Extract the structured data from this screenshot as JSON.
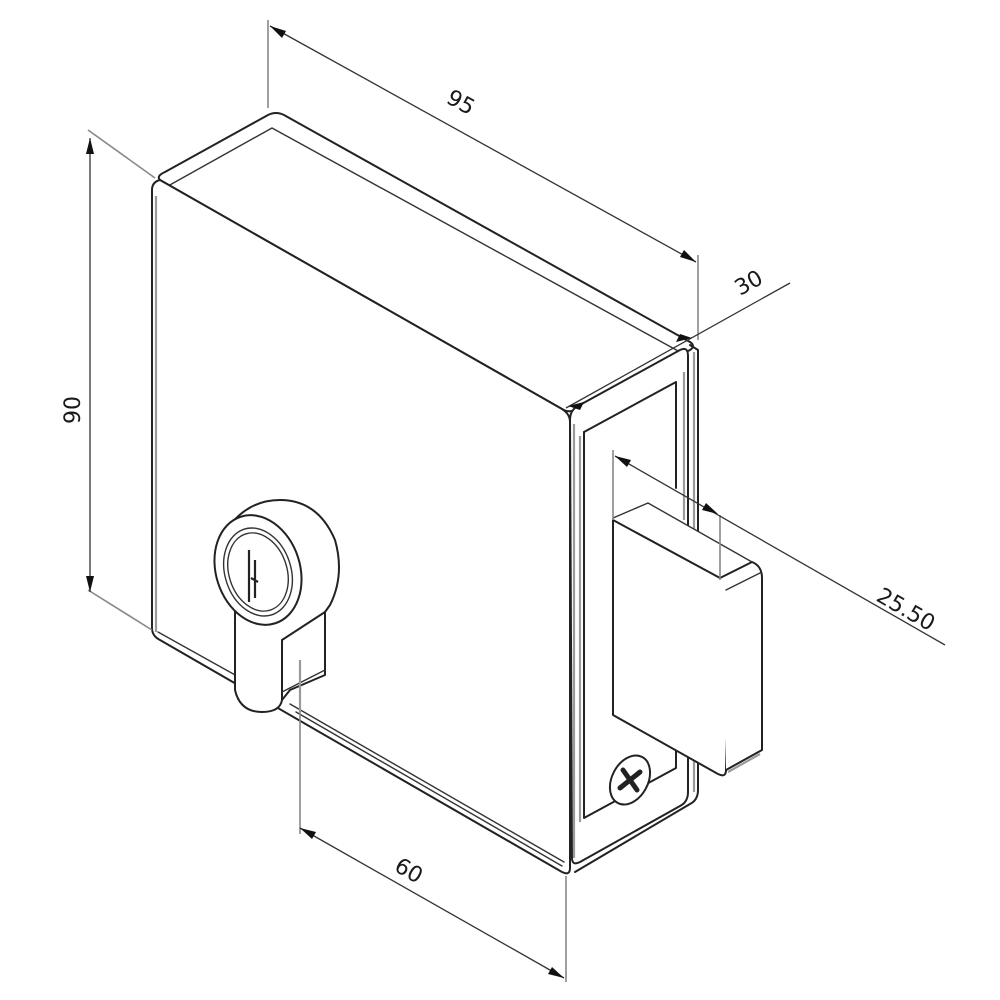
{
  "drawing": {
    "subject": "Surface-mounted rim lock with euro cylinder and deadbolt",
    "units": "mm",
    "line_color": "#222222",
    "background": "#ffffff"
  },
  "dimensions": {
    "width": {
      "label": "95",
      "value": 95
    },
    "depth": {
      "label": "30",
      "value": 30
    },
    "height": {
      "label": "90",
      "value": 90
    },
    "bolt_throw": {
      "label": "25.50",
      "value": 25.5
    },
    "backset": {
      "label": "60",
      "value": 60
    }
  },
  "components": {
    "body": "lock-case",
    "faceplate": "forend-plate",
    "bolt": "deadbolt",
    "cylinder": "euro-profile-cylinder",
    "screw": "phillips-screw"
  }
}
